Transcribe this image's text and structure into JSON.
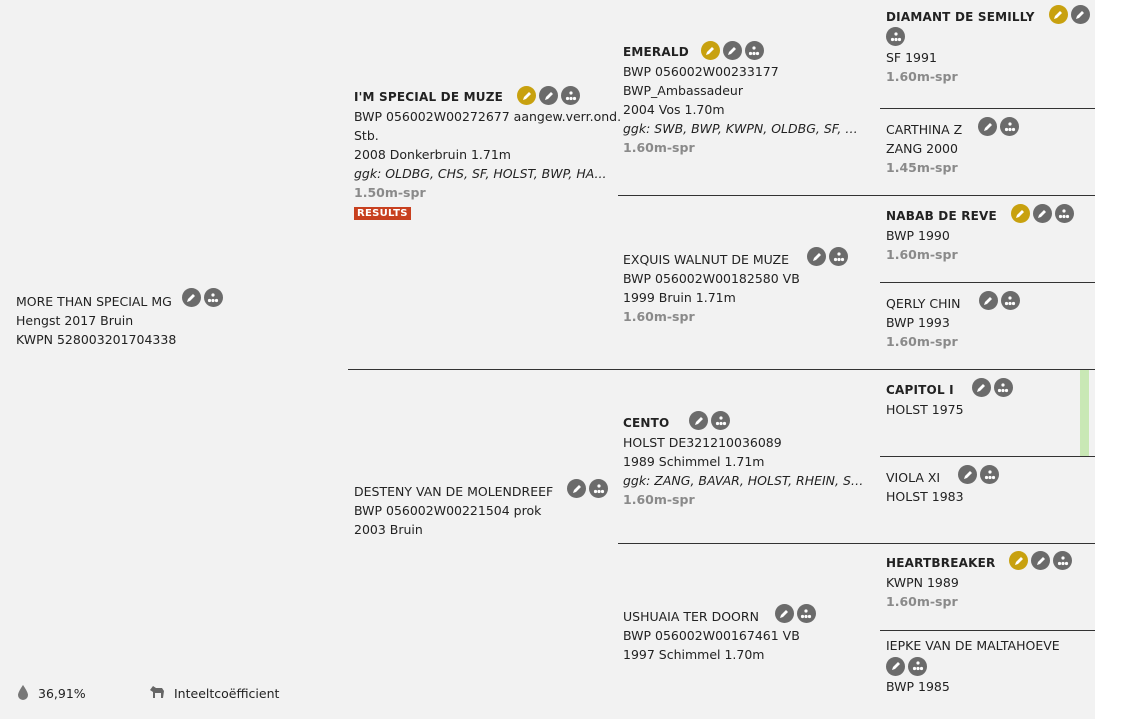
{
  "subject": {
    "name": "MORE THAN SPECIAL MG",
    "line1": "Hengst 2017 Bruin",
    "line2": "KWPN 528003201704338"
  },
  "sire": {
    "name": "I'M SPECIAL DE MUZE",
    "line1": "BWP 056002W00272677 aangew.verr.ond.",
    "line2": "Stb.",
    "line3": "2008 Donkerbruin 1.71m",
    "ggk": "ggk: OLDBG, CHS, SF, HOLST, BWP, HA...",
    "level": "1.50m-spr",
    "results": "RESULTS"
  },
  "dam": {
    "name": "DESTENY VAN DE MOLENDREEF",
    "line1": "BWP 056002W00221504 prok",
    "line2": "2003 Bruin"
  },
  "ss": {
    "name": "EMERALD",
    "line1": "BWP 056002W00233177",
    "line2": "BWP_Ambassadeur",
    "line3": "2004 Vos 1.70m",
    "ggk": "ggk: SWB, BWP, KWPN, OLDBG, SF, H...",
    "level": "1.60m-spr"
  },
  "sd": {
    "name": "EXQUIS WALNUT DE MUZE",
    "line1": "BWP 056002W00182580 VB",
    "line2": "1999 Bruin 1.71m",
    "level": "1.60m-spr"
  },
  "ds": {
    "name": "CENTO",
    "line1": "HOLST DE321210036089",
    "line2": "1989 Schimmel 1.71m",
    "ggk": "ggk: ZANG, BAVAR, HOLST, RHEIN, SW...",
    "level": "1.60m-spr"
  },
  "dd": {
    "name": "USHUAIA TER DOORN",
    "line1": "BWP 056002W00167461 VB",
    "line2": "1997 Schimmel 1.70m"
  },
  "sss": {
    "name": "DIAMANT DE SEMILLY",
    "line1": "SF 1991",
    "level": "1.60m-spr"
  },
  "ssd": {
    "name": "CARTHINA Z",
    "line1": "ZANG 2000",
    "level": "1.45m-spr"
  },
  "sds": {
    "name": "NABAB DE REVE",
    "line1": "BWP 1990",
    "level": "1.60m-spr"
  },
  "sdd": {
    "name": "QERLY CHIN",
    "line1": "BWP 1993",
    "level": "1.60m-spr"
  },
  "dss": {
    "name": "CAPITOL I",
    "line1": "HOLST 1975"
  },
  "dsd": {
    "name": "VIOLA XI",
    "line1": "HOLST 1983"
  },
  "dds": {
    "name": "HEARTBREAKER",
    "line1": "KWPN 1989",
    "level": "1.60m-spr"
  },
  "ddd": {
    "name": "IEPKE VAN DE MALTAHOEVE",
    "line1": "BWP 1985"
  },
  "footer": {
    "percent": "36,91%",
    "label": "Inteeltcoëfficient"
  },
  "icons": {
    "edit": "pencil-icon",
    "gold_edit": "gold-pencil-icon",
    "pedigree": "pedigree-tree-icon",
    "drop": "drop-icon",
    "horse": "horse-icon"
  },
  "colors": {
    "gold": "#c8a10f",
    "icon": "#6b6b6b",
    "results": "#c8401f",
    "level": "#8a8a8a",
    "highlight": "#c9e8b5"
  }
}
